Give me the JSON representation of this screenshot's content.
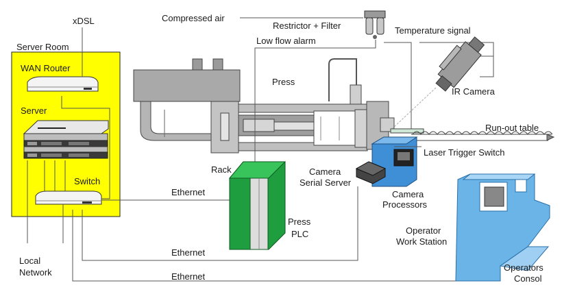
{
  "labels": {
    "xdsl": "xDSL",
    "server_room": "Server Room",
    "wan_router": "WAN Router",
    "server": "Server",
    "switch": "Switch",
    "local_network_1": "Local",
    "local_network_2": "Network",
    "compressed_air": "Compressed air",
    "restrictor_filter": "Restrictor + Filter",
    "low_flow_alarm": "Low flow alarm",
    "temperature_signal": "Temperature signal",
    "press": "Press",
    "ir_camera": "IR Camera",
    "run_out_table": "Run-out table",
    "laser_trigger_switch": "Laser Trigger Switch",
    "rack": "Rack",
    "camera_serial_server_1": "Camera",
    "camera_serial_server_2": "Serial Server",
    "camera_processors_1": "Camera",
    "camera_processors_2": "Processors",
    "ethernet_1": "Ethernet",
    "ethernet_2": "Ethernet",
    "ethernet_3": "Ethernet",
    "press_plc_1": "Press",
    "press_plc_2": "PLC",
    "operator_ws_1": "Operator",
    "operator_ws_2": "Work Station",
    "operators_consol_1": "Operators",
    "operators_consol_2": "Consol"
  },
  "colors": {
    "server_room_fill": "#ffff00",
    "plc_green": "#1e9e3e",
    "console_blue": "#6ab4e8",
    "camera_proc_blue": "#3f8fd6",
    "line": "#555555"
  }
}
